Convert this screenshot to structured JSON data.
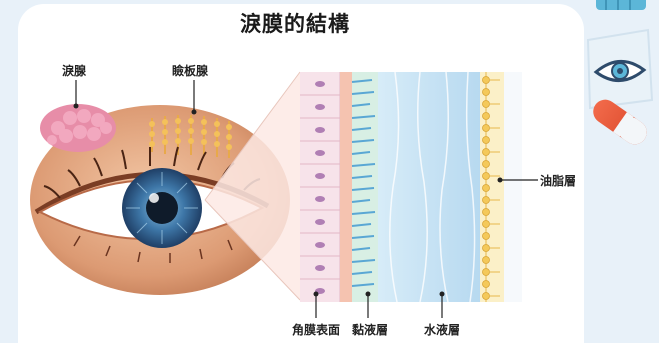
{
  "title": "淚膜的結構",
  "labels": {
    "lacrimal_gland": "淚腺",
    "meibomian_gland": "瞼板腺",
    "lipid_layer": "油脂層",
    "corneal_surface": "角膜表面",
    "mucin_layer": "黏液層",
    "aqueous_layer": "水液層"
  },
  "icons": [
    "eye-drop-bottle-icon",
    "eye-icon",
    "pill-capsule-icon"
  ],
  "colors": {
    "background": "#e8f1f9",
    "lipid": "#f4c95a",
    "aqueous": "#bcdcf2",
    "mucin": "#6fb4d8",
    "cornea_cells": "#f3dbe3",
    "capsule_red": "#e85a3c",
    "iris": "#3e77a8"
  }
}
